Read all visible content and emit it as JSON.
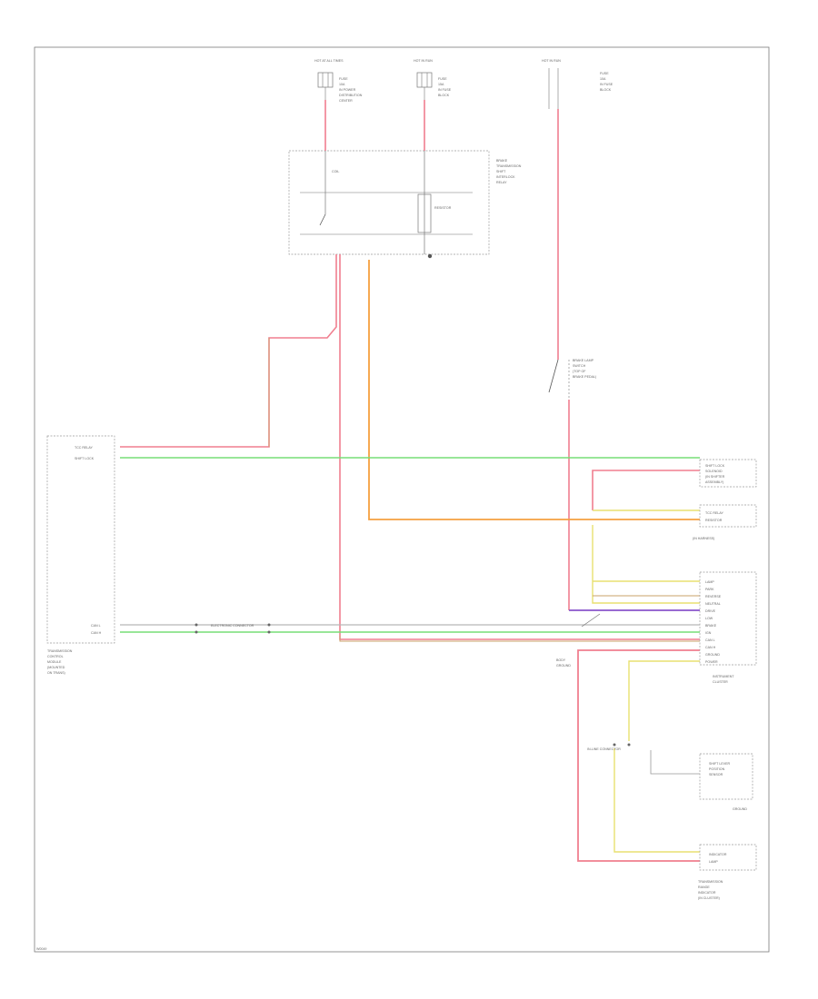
{
  "colors": {
    "pink": "#f07f8f",
    "green": "#77dd77",
    "orange": "#f5a040",
    "yellow": "#e8e070",
    "violet": "#8a55cc",
    "tan": "#c9a06a",
    "grey": "#b8b8b8",
    "frame": "#7a7a7a"
  },
  "fuses": {
    "f1": {
      "title": "HOT AT ALL TIMES",
      "lines": [
        "FUSE",
        "10A",
        "IN POWER",
        "DISTRIBUTION",
        "CENTER"
      ]
    },
    "f2": {
      "title": "HOT IN RUN",
      "lines": [
        "FUSE",
        "15A",
        "IN FUSE",
        "BLOCK"
      ]
    },
    "f3": {
      "title": "HOT IN RUN",
      "lines": [
        "FUSE",
        "10A",
        "IN FUSE",
        "BLOCK"
      ]
    }
  },
  "relay": {
    "lines": [
      "BRAKE",
      "TRANSMISSION",
      "SHIFT",
      "INTERLOCK",
      "RELAY"
    ],
    "coil_label": "RESISTOR",
    "contact_label": "COIL"
  },
  "brake_switch": {
    "lines": [
      "BRAKE LAMP",
      "SWITCH",
      "(TOP OF",
      "BRAKE PEDAL)"
    ]
  },
  "left_module": {
    "pins": [
      "TCC RELAY",
      "SHIFT LOCK"
    ],
    "pins_lower": [
      "CAN L",
      "CAN H"
    ],
    "title_lines": [
      "TRANSMISSION",
      "CONTROL",
      "MODULE",
      "(MOUNTED",
      "ON TRANS)"
    ]
  },
  "connector_mid": "ELECTRONIC CONNECTOR",
  "right_components": {
    "shift_lock": [
      "SHIFT LOCK",
      "SOLENOID",
      "(IN SHIFTER",
      "ASSEMBLY)"
    ],
    "tcc": [
      "TCC RELAY",
      "RESISTOR",
      "(IN HARNESS)"
    ],
    "module_title": [
      "INSTRUMENT",
      "CLUSTER"
    ],
    "module_pins": [
      "LAMP",
      "PARK",
      "REVERSE",
      "NEUTRAL",
      "DRIVE",
      "LOW",
      "BRAKE",
      "IGN",
      "CAN L",
      "CAN H",
      "GROUND",
      "POWER"
    ],
    "shift_module": [
      "SHIFT LEVER",
      "POSITION",
      "SENSOR"
    ],
    "ground_label": [
      "BODY",
      "GROUND"
    ],
    "inline_connector": "IN-LINE CONNECTOR",
    "bottom_module": [
      "INDICATOR",
      "LAMP"
    ],
    "bottom_title": [
      "TRANSMISSION",
      "RANGE",
      "INDICATOR",
      "(IN CLUSTER)"
    ],
    "small_label": "GROUND"
  },
  "footer_code": "W0049"
}
